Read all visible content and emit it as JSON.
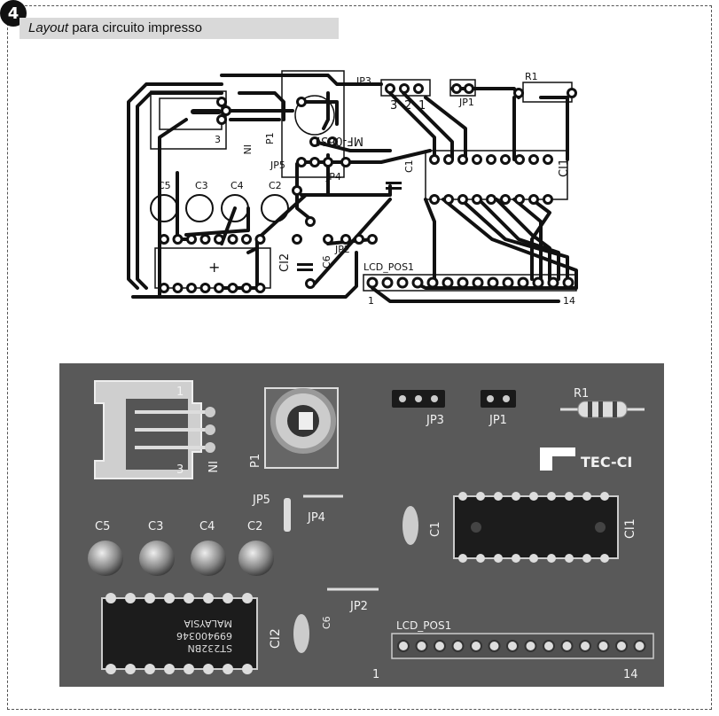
{
  "figure": {
    "number": "4",
    "caption_italic": "Layout",
    "caption_rest": " para circuito impresso"
  },
  "layout_labels": {
    "jp3": "JP3",
    "jp3_pins": [
      "3",
      "2",
      "1"
    ],
    "jp1": "JP1",
    "r1": "R1",
    "p1": "P1",
    "in": "IN",
    "conn_pin": "3",
    "code": "MF-0631",
    "jp5": "JP5",
    "jp4": "JP4",
    "c1": "C1",
    "ci1": "CI1",
    "c5": "C5",
    "c3": "C3",
    "c4": "C4",
    "c2": "C2",
    "ci2": "CI2",
    "c6": "C6",
    "jp2": "JP2",
    "lcd": "LCD_POS1",
    "pin_first": "1",
    "pin_last": "14",
    "plus": "+"
  },
  "photo_labels": {
    "conn_top": "1",
    "conn_bot": "3",
    "in": "IN",
    "p1": "P1",
    "jp3": "JP3",
    "jp1": "JP1",
    "r1": "R1",
    "brand": "TEC-CI",
    "jp5": "JP5",
    "jp4": "JP4",
    "c1": "C1",
    "ci1": "CI1",
    "c5": "C5",
    "c3": "C3",
    "c4": "C4",
    "c2": "C2",
    "chip_line1": "ST232BN",
    "chip_line2": "699400346",
    "chip_line3": "MALAYSIA",
    "ci2": "CI2",
    "c6": "C6",
    "jp2": "JP2",
    "lcd": "LCD_POS1",
    "pin_first": "1",
    "pin_last": "14"
  }
}
